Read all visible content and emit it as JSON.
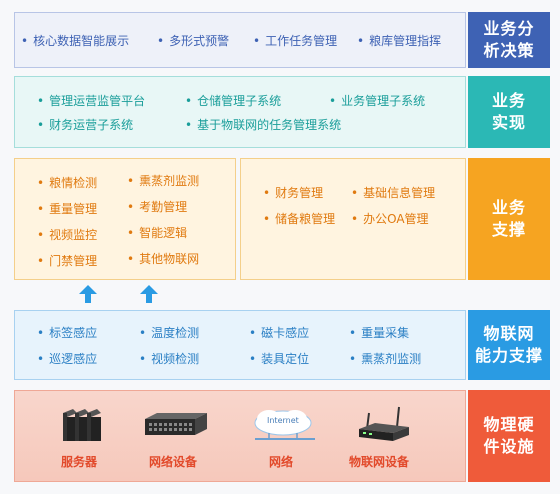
{
  "layers": {
    "decision": {
      "label": "业务分\n析决策",
      "items": [
        "核心数据智能展示",
        "多形式预警",
        "工作任务管理",
        "粮库管理指挥"
      ]
    },
    "implementation": {
      "label": "业务\n实现",
      "items": [
        "管理运营监管平台",
        "仓储管理子系统",
        "业务管理子系统",
        "财务运营子系统",
        "基于物联网的任务管理系统"
      ]
    },
    "support": {
      "label": "业务\n支撑",
      "left_items": [
        "粮情检测",
        "熏蒸剂监测",
        "重量管理",
        "考勤管理",
        "视频监控",
        "智能逻辑",
        "门禁管理",
        "其他物联网"
      ],
      "right_items": [
        "财务管理",
        "基础信息管理",
        "储备粮管理",
        "办公OA管理"
      ]
    },
    "iot": {
      "label": "物联网\n能力支撑",
      "items": [
        "标签感应",
        "温度检测",
        "磁卡感应",
        "重量采集",
        "巡逻感应",
        "视频检测",
        "装具定位",
        "熏蒸剂监测"
      ]
    },
    "hardware": {
      "label": "物理硬\n件设施",
      "devices": [
        "服务器",
        "网络设备",
        "网络",
        "物联网设备"
      ],
      "internet_text": "Internet"
    }
  },
  "colors": {
    "decision": "#3e62b4",
    "implementation": "#2bb8b5",
    "support": "#f6a421",
    "iot": "#2a9be3",
    "hardware": "#ef5b3a"
  },
  "icons": [
    "server-icon",
    "network-switch-icon",
    "internet-cloud-icon",
    "iot-router-icon",
    "up-arrow-icon"
  ]
}
